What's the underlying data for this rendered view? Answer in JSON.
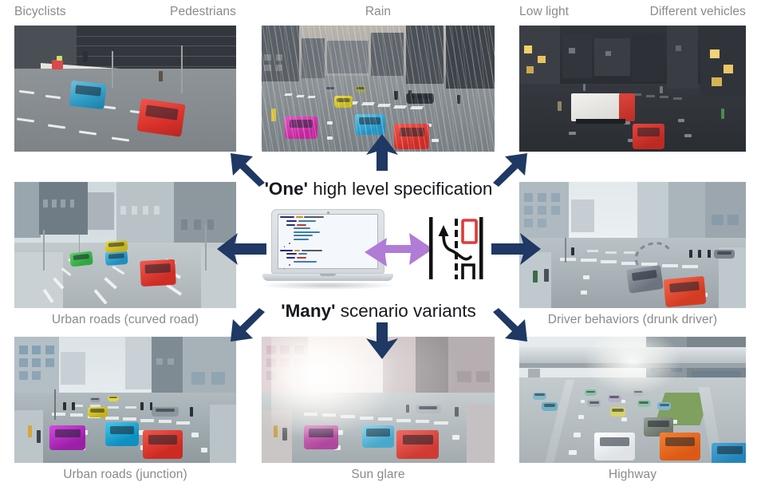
{
  "figure": {
    "background": "#ffffff",
    "caption_color": "#8a8a8a",
    "arrow_color": "#1f3864",
    "purple_arrow_color": "#b07cd6",
    "headline_color": "#16191d",
    "road_icon_car_color": "#e03a3a"
  },
  "centre": {
    "top_headline_emphasis": "'One'",
    "top_headline_rest": " high level specification",
    "bottom_headline_emphasis": "'Many'",
    "bottom_headline_rest": " scenario variants",
    "laptop_name": "laptop-with-scenario-code",
    "road_icon_name": "road-lane-change-icon",
    "purple_arrow_name": "bidirectional-arrow"
  },
  "code": {
    "lines": [
      {
        "indent": 0,
        "segments": [
          {
            "w": 30,
            "c": "#2b2b7a"
          },
          {
            "w": 14,
            "c": "#d08a1f"
          },
          {
            "w": 40,
            "c": "#555a66"
          }
        ]
      },
      {
        "indent": 5,
        "segments": [
          {
            "w": 22,
            "c": "#2b2b7a"
          },
          {
            "w": 36,
            "c": "#3f7ea8"
          }
        ]
      },
      {
        "indent": 5,
        "segments": [
          {
            "w": 18,
            "c": "#2b2b7a"
          },
          {
            "w": 20,
            "c": "#c0392b"
          }
        ]
      },
      {
        "indent": 11,
        "segments": [
          {
            "w": 34,
            "c": "#3f7ea8"
          }
        ]
      },
      {
        "indent": 11,
        "segments": [
          {
            "w": 52,
            "c": "#3f7ea8"
          }
        ]
      },
      {
        "indent": 11,
        "segments": [
          {
            "w": 38,
            "c": "#3f7ea8"
          }
        ]
      },
      {
        "indent": 11,
        "segments": [
          {
            "w": 30,
            "c": "#3f7ea8"
          }
        ]
      },
      {
        "indent": 7,
        "segments": [
          {
            "w": 4,
            "c": "#555a66"
          }
        ]
      },
      {
        "indent": 3,
        "segments": [
          {
            "w": 3,
            "c": "#555a66"
          }
        ]
      },
      {
        "indent": 0,
        "segments": [
          {
            "w": 26,
            "c": "#2b2b7a"
          },
          {
            "w": 12,
            "c": "#d08a1f"
          },
          {
            "w": 42,
            "c": "#555a66"
          }
        ]
      },
      {
        "indent": 5,
        "segments": [
          {
            "w": 22,
            "c": "#2b2b7a"
          },
          {
            "w": 18,
            "c": "#3f7ea8"
          }
        ]
      },
      {
        "indent": 5,
        "segments": [
          {
            "w": 18,
            "c": "#2b2b7a"
          },
          {
            "w": 20,
            "c": "#c0392b"
          }
        ]
      },
      {
        "indent": 11,
        "segments": [
          {
            "w": 46,
            "c": "#3f7ea8"
          }
        ]
      },
      {
        "indent": 7,
        "segments": [
          {
            "w": 4,
            "c": "#555a66"
          }
        ]
      },
      {
        "indent": 3,
        "segments": [
          {
            "w": 3,
            "c": "#555a66"
          }
        ]
      }
    ]
  },
  "panels": [
    {
      "id": "bicyclists-pedestrians",
      "captions": [
        {
          "text": "Bicyclists",
          "align": "left"
        },
        {
          "text": "Pedestrians",
          "align": "right"
        }
      ],
      "caption_position": "above",
      "scene": "urban-street-bicyclist",
      "arrow": "up-left"
    },
    {
      "id": "rain",
      "captions": [
        {
          "text": "Rain",
          "align": "center"
        }
      ],
      "caption_position": "above",
      "scene": "rain-junction",
      "arrow": "up"
    },
    {
      "id": "low-light-different-vehicles",
      "captions": [
        {
          "text": "Low light",
          "align": "left"
        },
        {
          "text": "Different vehicles",
          "align": "right"
        }
      ],
      "caption_position": "above",
      "scene": "night-street-truck",
      "arrow": "up-right"
    },
    {
      "id": "urban-roads-curved-road",
      "captions": [
        {
          "text": "Urban roads (curved road)",
          "align": "center"
        }
      ],
      "caption_position": "below",
      "scene": "curved-road",
      "arrow": "left"
    },
    {
      "id": "driver-behaviors-drunk-driver",
      "captions": [
        {
          "text": "Driver behaviors (drunk driver)",
          "align": "center"
        }
      ],
      "caption_position": "below",
      "scene": "swerving-car-junction",
      "arrow": "right"
    },
    {
      "id": "urban-roads-junction",
      "captions": [
        {
          "text": "Urban roads (junction)",
          "align": "below-center"
        }
      ],
      "caption_position": "below",
      "scene": "junction-three-cars",
      "arrow": "down-left"
    },
    {
      "id": "sun-glare",
      "captions": [
        {
          "text": "Sun glare",
          "align": "center"
        }
      ],
      "caption_position": "below",
      "scene": "sun-glare-street",
      "arrow": "down"
    },
    {
      "id": "highway",
      "captions": [
        {
          "text": "Highway",
          "align": "center"
        }
      ],
      "caption_position": "below",
      "scene": "highway-overpass",
      "arrow": "down-right"
    }
  ]
}
